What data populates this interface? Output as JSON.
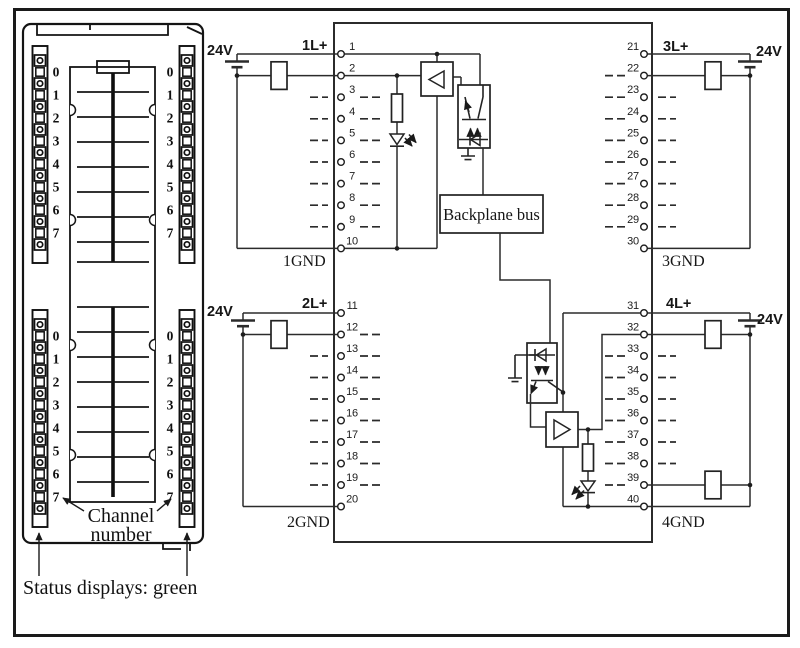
{
  "colors": {
    "ink": "#1d1d1d",
    "paper": "#ffffff"
  },
  "left_module": {
    "channel_numbers": [
      "0",
      "1",
      "2",
      "3",
      "4",
      "5",
      "6",
      "7"
    ],
    "channel_label_lines": [
      "Channel",
      "number"
    ],
    "status_label": "Status displays: green"
  },
  "schematic": {
    "backplane_label": "Backplane bus",
    "groups": [
      {
        "supply_label": "24V",
        "rail_label": "1L+",
        "gnd_label": "1GND",
        "terminals": [
          "1",
          "2",
          "3",
          "4",
          "5",
          "6",
          "7",
          "8",
          "9",
          "10"
        ]
      },
      {
        "supply_label": "24V",
        "rail_label": "2L+",
        "gnd_label": "2GND",
        "terminals": [
          "11",
          "12",
          "13",
          "14",
          "15",
          "16",
          "17",
          "18",
          "19",
          "20"
        ]
      },
      {
        "supply_label": "24V",
        "rail_label": "3L+",
        "gnd_label": "3GND",
        "terminals": [
          "21",
          "22",
          "23",
          "24",
          "25",
          "26",
          "27",
          "28",
          "29",
          "30"
        ]
      },
      {
        "supply_label": "24V",
        "rail_label": "4L+",
        "gnd_label": "4GND",
        "terminals": [
          "31",
          "32",
          "33",
          "34",
          "35",
          "36",
          "37",
          "38",
          "39",
          "40"
        ]
      }
    ]
  }
}
